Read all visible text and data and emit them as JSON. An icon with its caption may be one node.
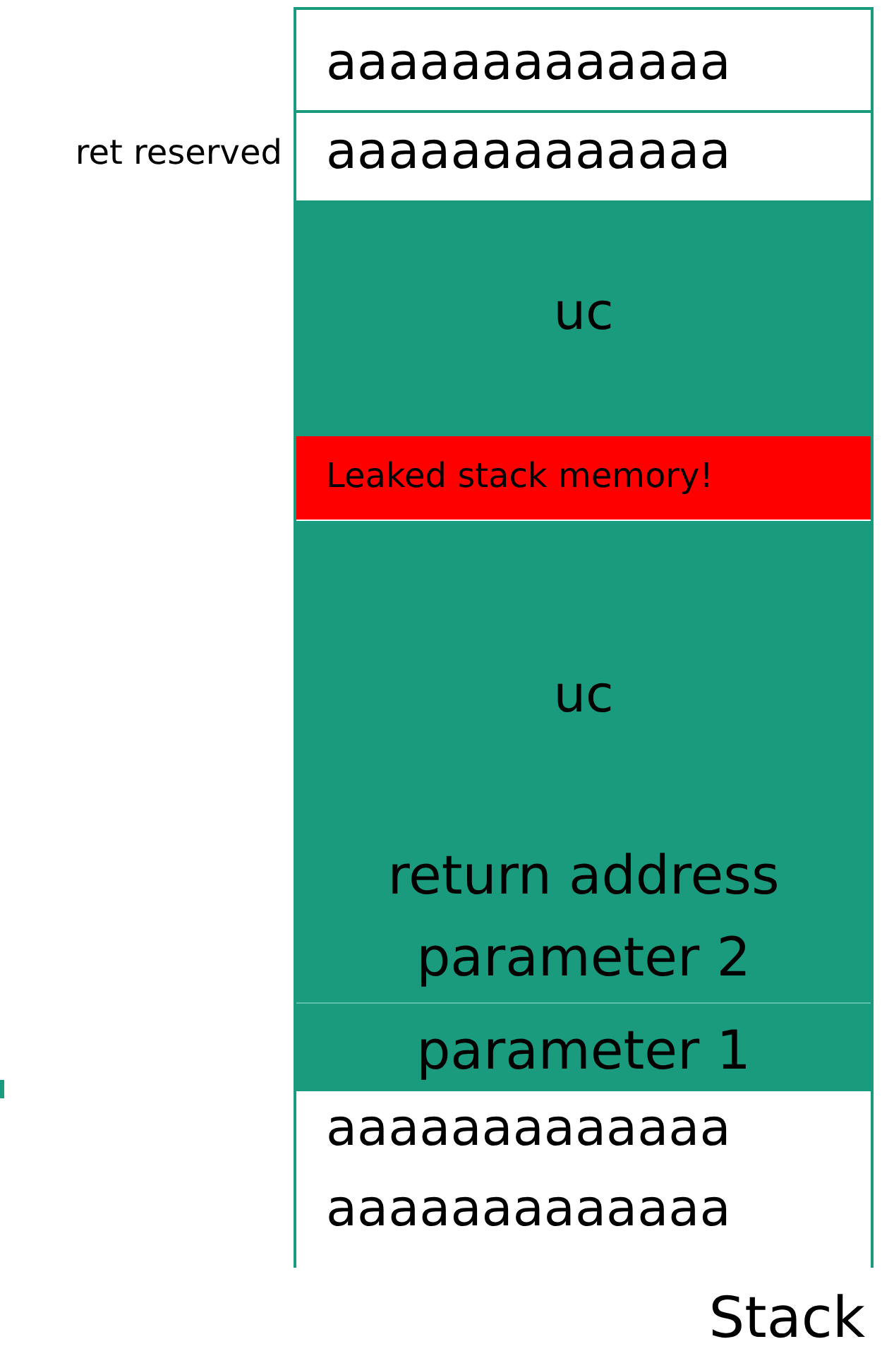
{
  "diagram": {
    "nodes": [
      {
        "text": [
          "Stack"
        ]
      },
      {
        "text": [
          "aaaaaaaaaaaaa"
        ],
        "in": 0
      },
      {
        "text": [
          "aaaaaaaaaaaaa"
        ],
        "in": 0,
        "beside": [
          "ret reserved"
        ]
      },
      {
        "text": [
          "uc"
        ],
        "in": 0
      },
      {
        "text": [
          "Leaked stack memory!"
        ],
        "in": 0
      },
      {
        "text": [
          "uc",
          "return address",
          "parameter 2"
        ],
        "in": 0
      },
      {
        "text": [
          "parameter 1"
        ],
        "in": 0
      },
      {
        "text": [
          "aaaaaaaaaaaaa",
          "aaaaaaaaaaaaa"
        ],
        "in": 0
      }
    ]
  }
}
